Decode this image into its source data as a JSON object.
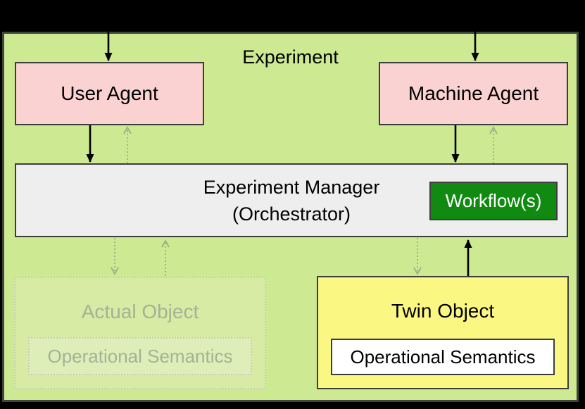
{
  "labels": {
    "experiment": "Experiment",
    "user_agent": "User Agent",
    "machine_agent": "Machine Agent",
    "manager_line1": "Experiment Manager",
    "manager_line2": "(Orchestrator)",
    "workflow": "Workflow(s)",
    "actual_object": "Actual Object",
    "actual_object_semantics": "Operational Semantics",
    "twin_object": "Twin Object",
    "twin_object_semantics": "Operational Semantics"
  },
  "colors": {
    "canvas": "#000000",
    "container_fill": "#cde992",
    "container_border": "#3e463e",
    "box_border": "#3d3d3d",
    "agent_fill": "#fad2d1",
    "manager_fill": "#eeeeee",
    "workflow_fill": "#108a10",
    "workflow_text": "#ffffff",
    "twin_fill": "#fbf783",
    "inner_box_fill": "#ffffff",
    "text": "#000000",
    "faded_fill": "#d7eba4",
    "faded_inner_fill": "#deeeb9",
    "faded_border": "#c6ceb5",
    "faded_text": "#a2b494",
    "solid_arrow": "#000000",
    "faded_arrow": "#a1b284"
  },
  "connections": [
    {
      "from": "external-top",
      "to": "user-agent",
      "style": "solid"
    },
    {
      "from": "external-top",
      "to": "machine-agent",
      "style": "solid"
    },
    {
      "from": "user-agent",
      "to": "experiment-manager",
      "style": "solid"
    },
    {
      "from": "experiment-manager",
      "to": "user-agent",
      "style": "dotted-faded"
    },
    {
      "from": "machine-agent",
      "to": "experiment-manager",
      "style": "solid"
    },
    {
      "from": "experiment-manager",
      "to": "machine-agent",
      "style": "dotted-faded"
    },
    {
      "from": "experiment-manager",
      "to": "actual-object",
      "style": "dotted-faded"
    },
    {
      "from": "actual-object",
      "to": "experiment-manager",
      "style": "dotted-faded"
    },
    {
      "from": "experiment-manager",
      "to": "twin-object",
      "style": "dotted-faded"
    },
    {
      "from": "twin-object",
      "to": "experiment-manager",
      "style": "solid"
    }
  ]
}
